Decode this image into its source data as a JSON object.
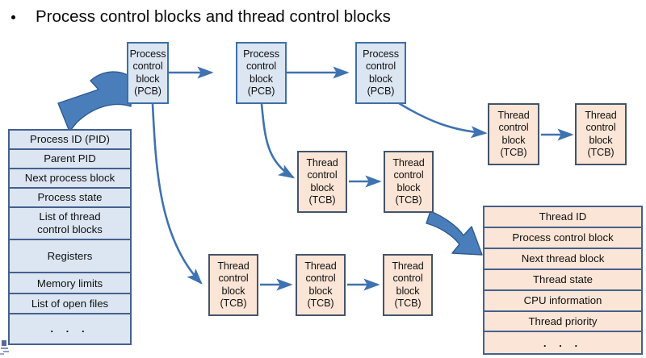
{
  "slide": {
    "title": "Process control blocks and thread control blocks",
    "bullet_glyph": "bullet-dot"
  },
  "colors": {
    "pcb_fill": "#DCE6F2",
    "tcb_fill": "#FBE5D6",
    "border_blue": "#44608F",
    "node_border_blue": "#3D6FA8",
    "arrow_blue": "#3F72B0",
    "thick_arrow_fill": "#4A7EBB",
    "thick_arrow_stroke": "#2E5B8E",
    "text": "#101010"
  },
  "nodes": {
    "pcb_chain": [
      {
        "id": "pcb-1",
        "lines": [
          "Process",
          "control",
          "block",
          "(PCB)"
        ]
      },
      {
        "id": "pcb-2",
        "lines": [
          "Process",
          "control",
          "block",
          "(PCB)"
        ]
      },
      {
        "id": "pcb-3",
        "lines": [
          "Process",
          "control",
          "block",
          "(PCB)"
        ]
      }
    ],
    "tcb_row_right": [
      {
        "id": "tcb-r1",
        "lines": [
          "Thread",
          "control",
          "block",
          "(TCB)"
        ]
      },
      {
        "id": "tcb-r2",
        "lines": [
          "Thread",
          "control",
          "block",
          "(TCB)"
        ]
      }
    ],
    "tcb_row_middle": [
      {
        "id": "tcb-m1",
        "lines": [
          "Thread",
          "control",
          "block",
          "(TCB)"
        ]
      },
      {
        "id": "tcb-m2",
        "lines": [
          "Thread",
          "control",
          "block",
          "(TCB)"
        ]
      }
    ],
    "tcb_row_bottom": [
      {
        "id": "tcb-b1",
        "lines": [
          "Thread",
          "control",
          "block",
          "(TCB)"
        ]
      },
      {
        "id": "tcb-b2",
        "lines": [
          "Thread",
          "control",
          "block",
          "(TCB)"
        ]
      },
      {
        "id": "tcb-b3",
        "lines": [
          "Thread",
          "control",
          "block",
          "(TCB)"
        ]
      }
    ]
  },
  "pcb_struct": {
    "name": "process-control-block-structure",
    "rows": [
      {
        "label": "Process ID (PID)",
        "height": 26
      },
      {
        "label": "Parent PID",
        "height": 26
      },
      {
        "label": "Next process block",
        "height": 26
      },
      {
        "label": "Process state",
        "height": 26
      },
      {
        "label": "List of thread\ncontrol blocks",
        "height": 42
      },
      {
        "label": "Registers",
        "height": 44
      },
      {
        "label": "Memory limits",
        "height": 28
      },
      {
        "label": "List of open files",
        "height": 27
      },
      {
        "label": ". . .",
        "height": 40,
        "is_dots": true
      }
    ]
  },
  "tcb_struct": {
    "name": "thread-control-block-structure",
    "rows": [
      {
        "label": "Thread ID",
        "height": 28
      },
      {
        "label": "Process control block",
        "height": 28
      },
      {
        "label": "Next thread block",
        "height": 28
      },
      {
        "label": "Thread state",
        "height": 28
      },
      {
        "label": "CPU information",
        "height": 28
      },
      {
        "label": "Thread priority",
        "height": 28
      },
      {
        "label": ". . .",
        "height": 30,
        "is_dots": true
      }
    ]
  }
}
